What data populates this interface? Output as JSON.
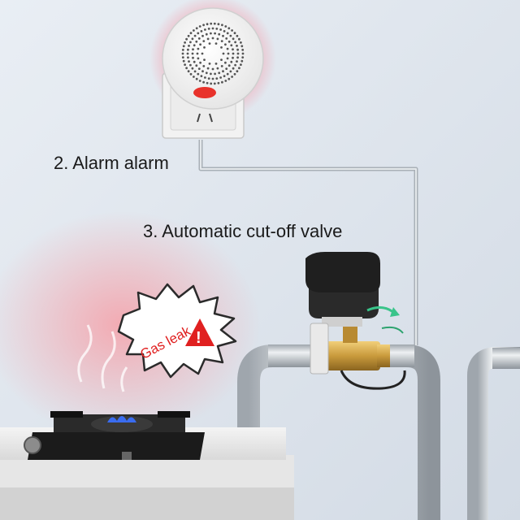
{
  "steps": {
    "alarm": "2. Alarm alarm",
    "valve": "3. Automatic cut-off valve"
  },
  "burst": {
    "text": "Gas leak",
    "warning_symbol": "!",
    "icon": "warning-icon"
  },
  "colors": {
    "wall": "#dfe6ee",
    "alarm_glow": "#f3a3b0",
    "indicator": "#e8322b",
    "warning_red": "#e02020",
    "flame_blue": "#3a6cf0",
    "brass": "#c99a3c",
    "pipe": "#b9bec4"
  }
}
